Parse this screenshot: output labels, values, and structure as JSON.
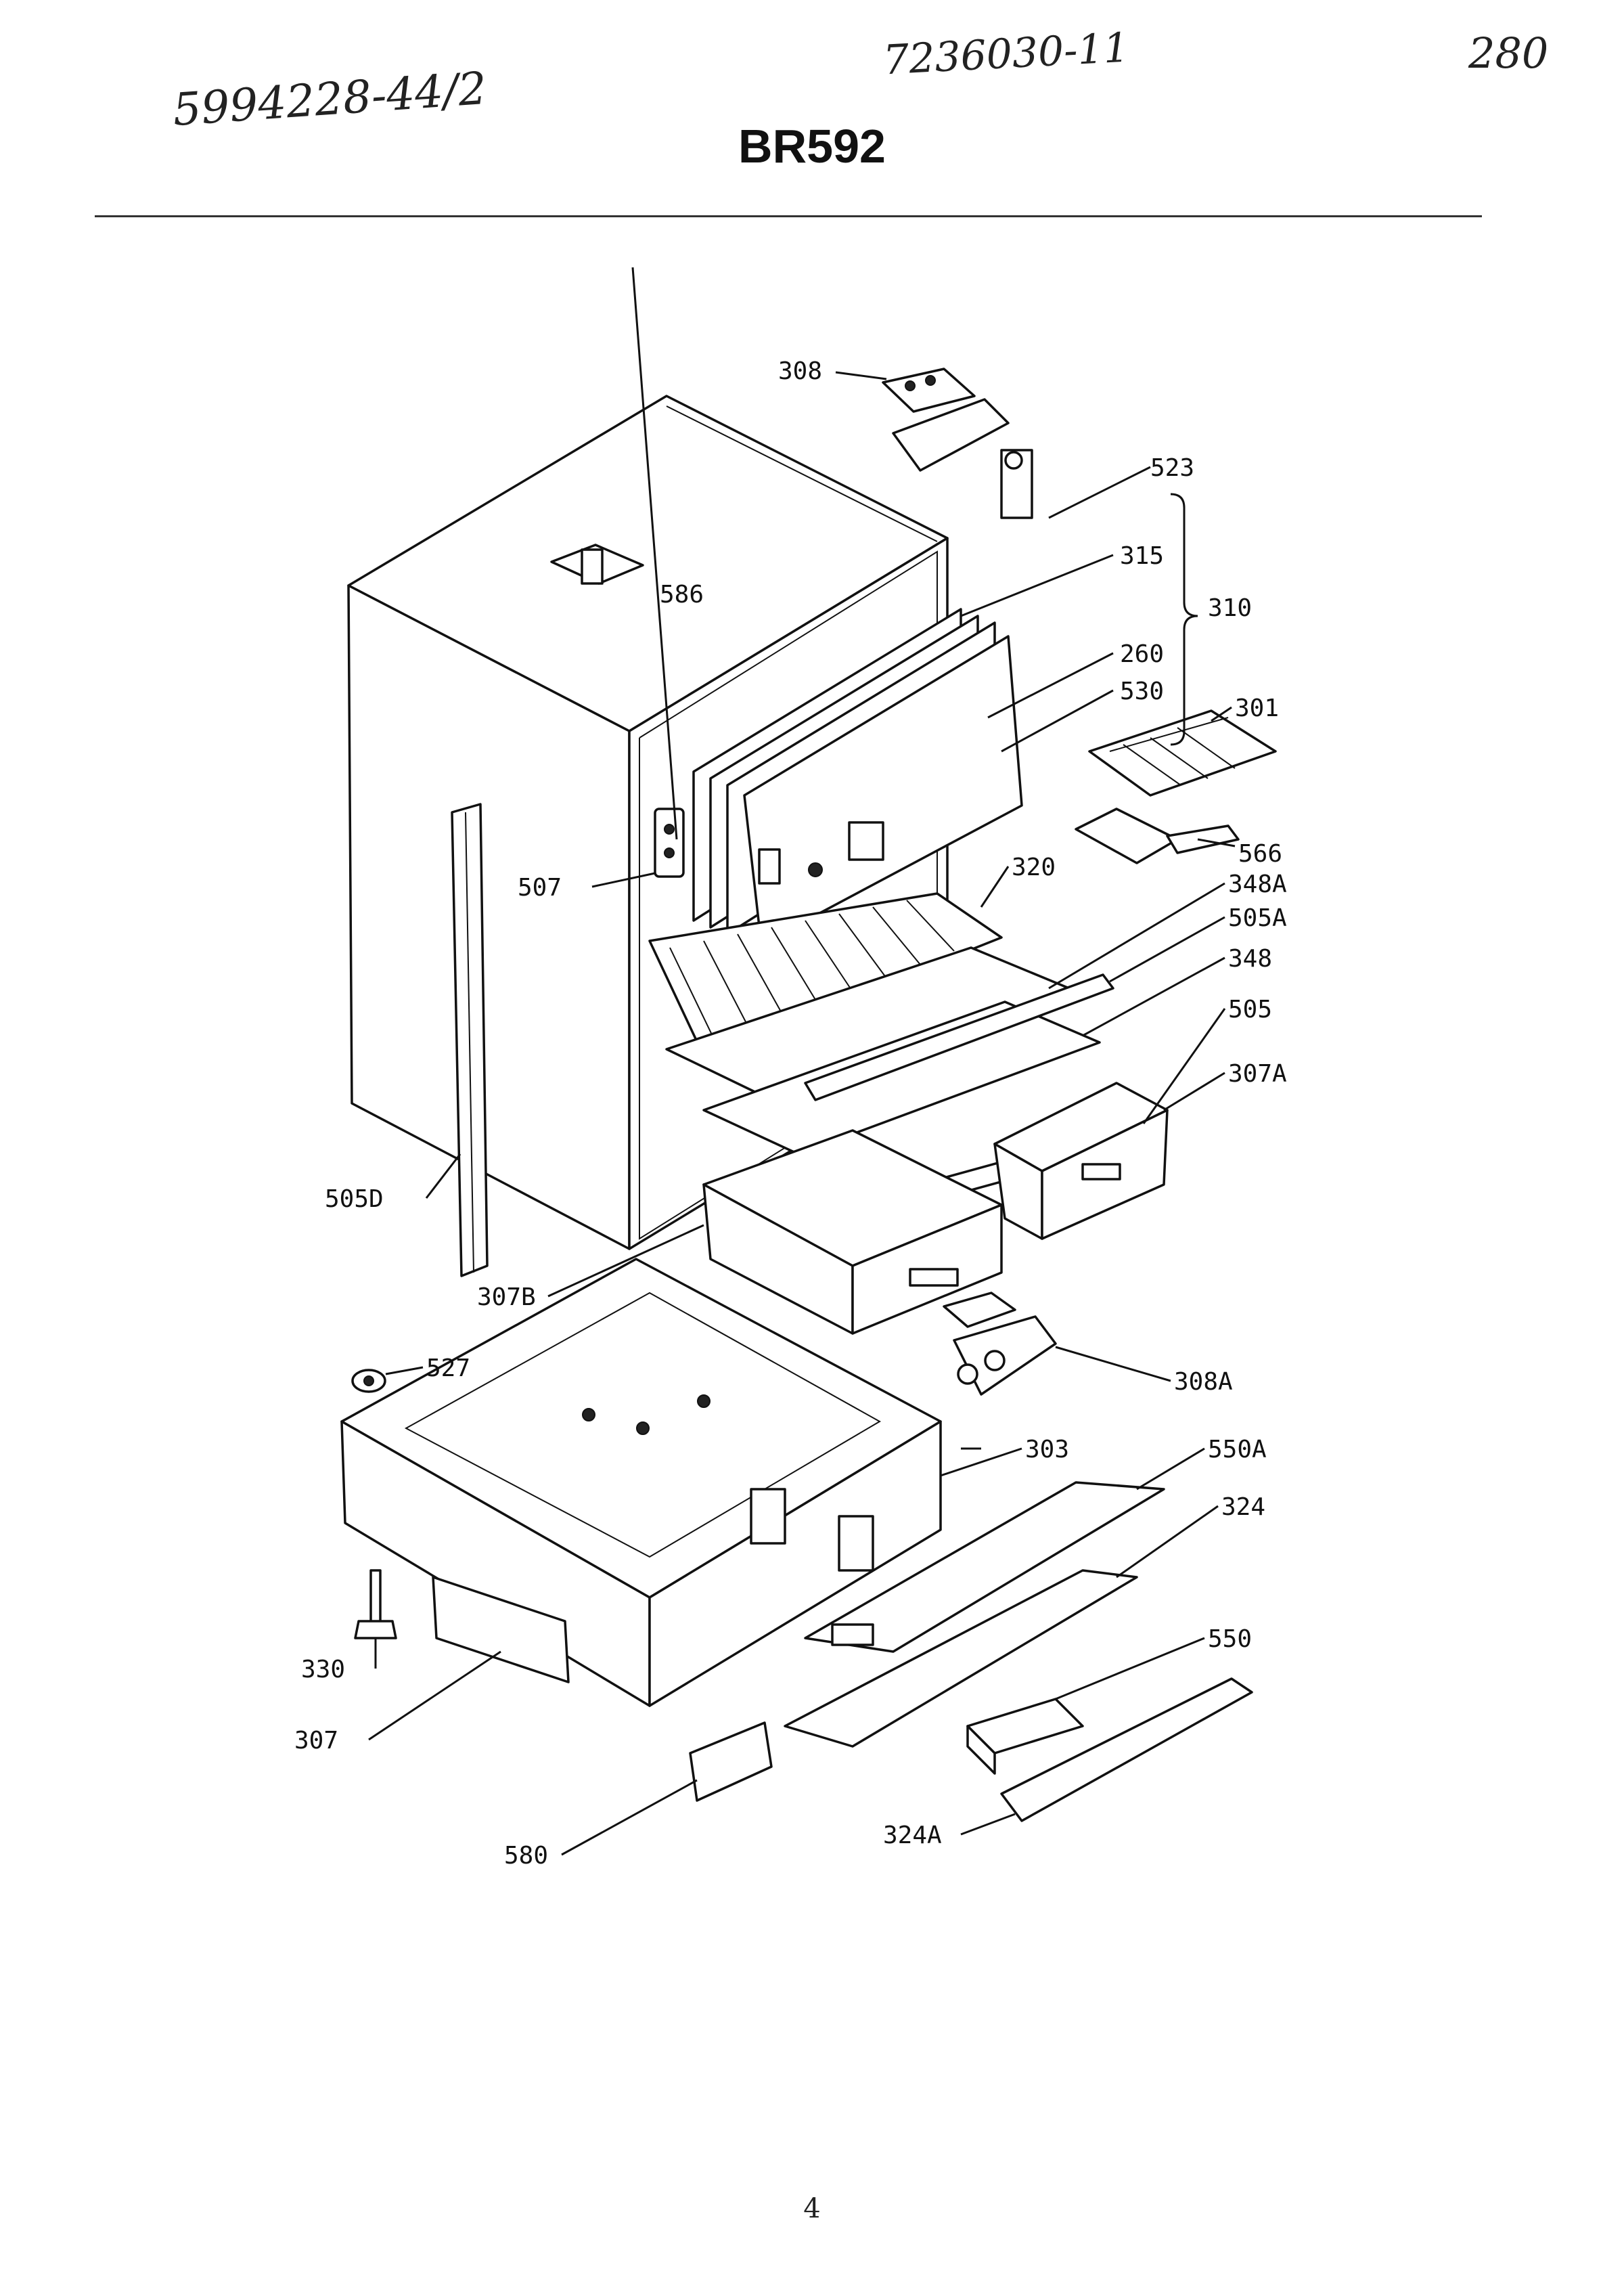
{
  "header": {
    "model": "BR592",
    "handwritten_notes": [
      "5994228-44/2",
      "7236030-11",
      "280"
    ]
  },
  "page_number": "4",
  "callouts": {
    "c308": "308",
    "c523": "523",
    "c315": "315",
    "c310": "310",
    "c586": "586",
    "c260": "260",
    "c530": "530",
    "c301": "301",
    "c566": "566",
    "c507": "507",
    "c320": "320",
    "c348A": "348A",
    "c505A": "505A",
    "c348": "348",
    "c505": "505",
    "c307A": "307A",
    "c505D": "505D",
    "c307B": "307B",
    "c527": "527",
    "c308A": "308A",
    "c303": "303",
    "c550A": "550A",
    "c324": "324",
    "c550": "550",
    "c330": "330",
    "c307": "307",
    "c580": "580",
    "c324A": "324A"
  }
}
